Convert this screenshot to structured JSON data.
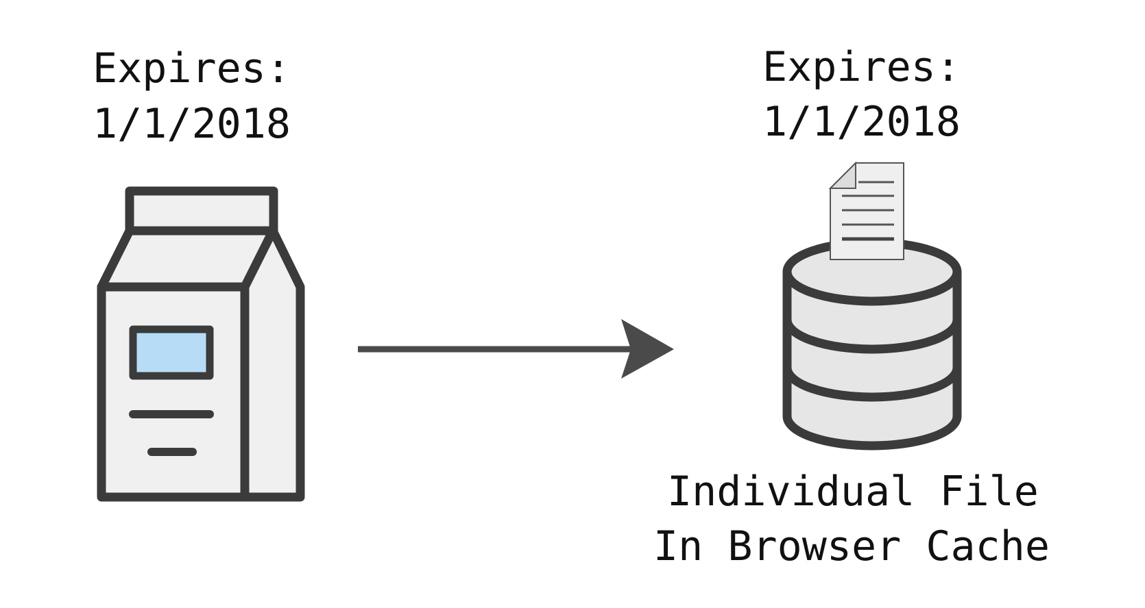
{
  "left": {
    "expires_label": "Expires:",
    "expires_date": "1/1/2018",
    "icon": "milk-carton-icon"
  },
  "right": {
    "expires_label": "Expires:",
    "expires_date": "1/1/2018",
    "icon": "database-with-file-icon",
    "caption_line1": "Individual File",
    "caption_line2": "In Browser Cache"
  },
  "arrow": {
    "icon": "arrow-right-icon"
  },
  "colors": {
    "stroke": "#3b3b3b",
    "carton_fill": "#f0f0f0",
    "carton_window": "#b7ddf6",
    "database_fill": "#e6e6e6",
    "document_fill": "#efefef",
    "arrow": "#4a4a4a",
    "text": "#111111"
  }
}
